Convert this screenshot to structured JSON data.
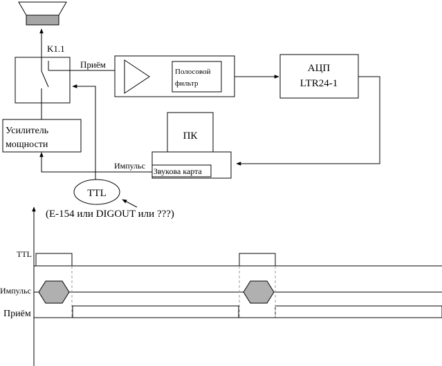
{
  "diagram": {
    "relay_label": "K1.1",
    "receive_label": "Приём",
    "bandpass_filter_label_line1": "Полосовой",
    "bandpass_filter_label_line2": "фильтр",
    "adc_label_line1": "АЦП",
    "adc_label_line2": "LTR24-1",
    "pc_label": "ПК",
    "sound_card_label": "Звукова карта",
    "pulse_label": "Импульс",
    "amplifier_label_line1": "Усилитель",
    "amplifier_label_line2": "мощности",
    "ttl_label": "TTL",
    "ttl_source_label": "(E-154 или DIGOUT или ???)"
  },
  "timing": {
    "ttl_row_label": "TTL",
    "pulse_row_label": "Импульс",
    "receive_row_label": "Приём"
  },
  "colors": {
    "line": "#000000",
    "pulse_fill": "#b0b0b0",
    "speaker_body_fill": "#a6a6a6",
    "dash": "#999999"
  }
}
